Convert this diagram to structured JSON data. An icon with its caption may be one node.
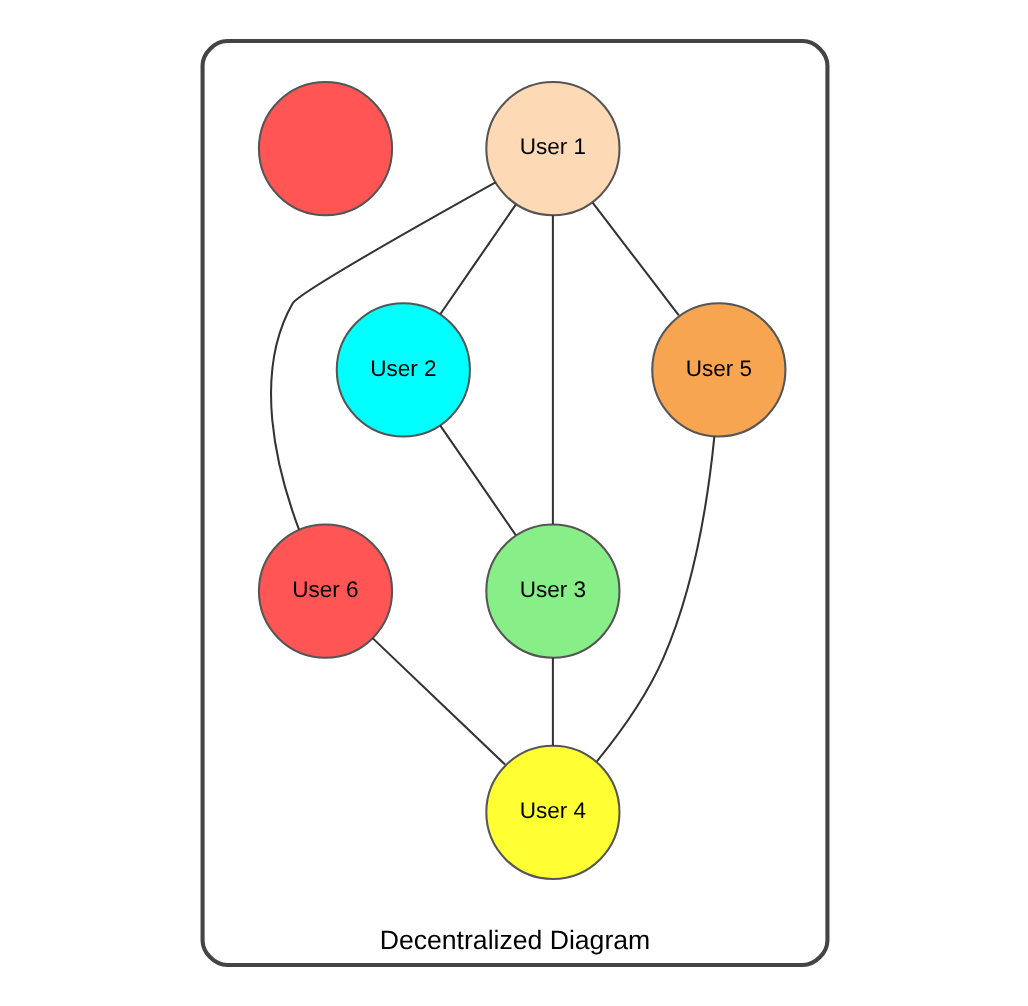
{
  "diagram": {
    "nodes": [
      {
        "text": [
          "Decentralized Diagram"
        ]
      },
      {
        "text": [
          "User 1"
        ],
        "in": 0
      },
      {
        "text": [
          "User 2"
        ],
        "in": 0
      },
      {
        "text": [
          "User 6"
        ],
        "in": 0
      },
      {
        "text": [],
        "shape": "circle",
        "in": 0
      },
      {
        "text": [
          "User 3"
        ],
        "in": 0
      },
      {
        "text": [
          "User 5"
        ],
        "in": 0
      },
      {
        "text": [
          "User 4"
        ],
        "in": 0
      }
    ],
    "edges": [
      {
        "from": 1,
        "to": 2,
        "arrow": "none"
      },
      {
        "from": 1,
        "to": 3,
        "arrow": "none"
      },
      {
        "from": 1,
        "to": 5,
        "arrow": "none"
      },
      {
        "from": 1,
        "to": 6,
        "arrow": "none"
      },
      {
        "from": 2,
        "to": 5,
        "arrow": "none"
      },
      {
        "from": 5,
        "to": 7,
        "arrow": "none"
      },
      {
        "from": 3,
        "to": 7,
        "arrow": "none"
      },
      {
        "from": 6,
        "to": 7,
        "arrow": "none"
      }
    ]
  }
}
